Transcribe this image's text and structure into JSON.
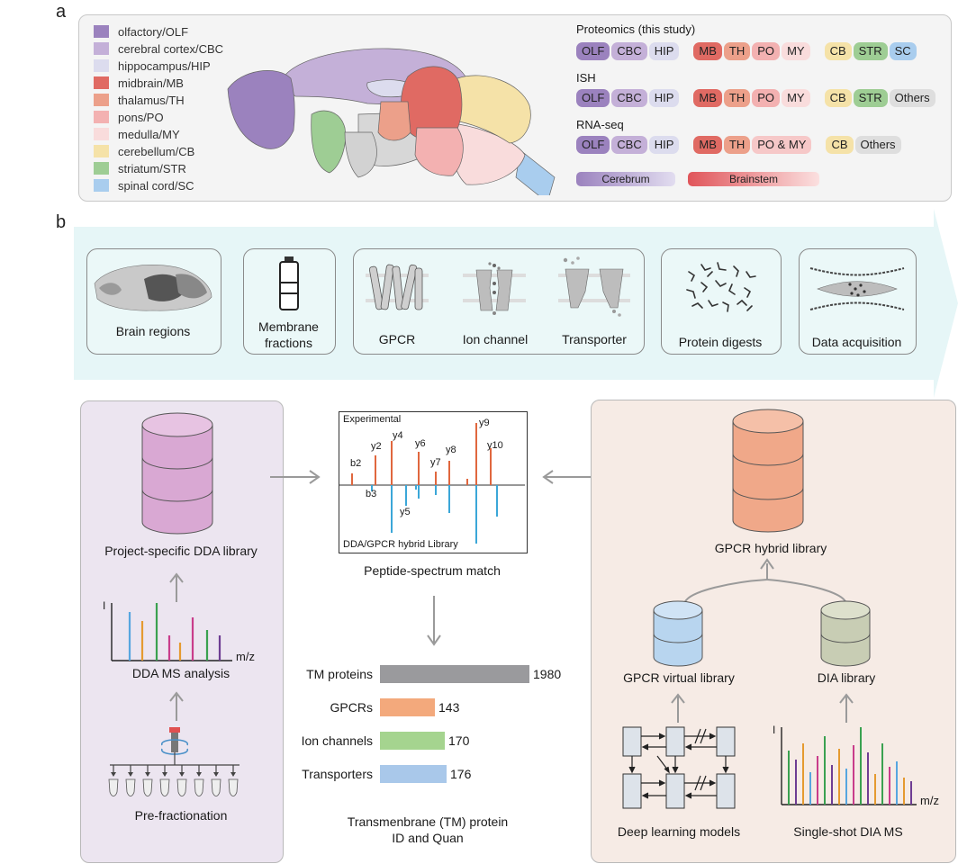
{
  "panel_a": {
    "letter": "a",
    "legend": [
      {
        "label": "olfactory/OLF",
        "color": "#9b82be"
      },
      {
        "label": "cerebral cortex/CBC",
        "color": "#c4b0d8"
      },
      {
        "label": "hippocampus/HIP",
        "color": "#dcdcee"
      },
      {
        "label": "midbrain/MB",
        "color": "#e06a63"
      },
      {
        "label": "thalamus/TH",
        "color": "#eca08a"
      },
      {
        "label": "pons/PO",
        "color": "#f3b1b1"
      },
      {
        "label": "medulla/MY",
        "color": "#f9dcdc"
      },
      {
        "label": "cerebellum/CB",
        "color": "#f5e2a8"
      },
      {
        "label": "striatum/STR",
        "color": "#9ecd94"
      },
      {
        "label": "spinal cord/SC",
        "color": "#a9cdee"
      }
    ],
    "proteomics_title": "Proteomics (this study)",
    "proteomics_pills": [
      "OLF",
      "CBC",
      "HIP",
      "MB",
      "TH",
      "PO",
      "MY",
      "CB",
      "STR",
      "SC"
    ],
    "ish_title": "ISH",
    "ish_pills": [
      "OLF",
      "CBC",
      "HIP",
      "MB",
      "TH",
      "PO",
      "MY",
      "CB",
      "STR",
      "Others"
    ],
    "rnaseq_title": "RNA-seq",
    "rnaseq_pills": [
      "OLF",
      "CBC",
      "HIP",
      "MB",
      "TH",
      "PO & MY",
      "CB",
      "Others"
    ],
    "cerebrum_label": "Cerebrum",
    "brainstem_label": "Brainstem"
  },
  "panel_b": {
    "letter": "b",
    "steps": {
      "brain_regions": "Brain regions",
      "membrane_line1": "Membrane",
      "membrane_line2": "fractions",
      "gpcr": "GPCR",
      "ion_channel": "Ion channel",
      "transporter": "Transporter",
      "protein_digests": "Protein digests",
      "data_acquisition": "Data acquisition"
    },
    "left": {
      "library_label": "Project-specific DDA library",
      "axis_i": "I",
      "axis_mz": "m/z",
      "dda_label": "DDA MS analysis",
      "prefrac_label": "Pre-fractionation"
    },
    "center": {
      "spectrum_top": "Experimental",
      "spectrum_bottom": "DDA/GPCR hybrid Library",
      "ions": [
        "b2",
        "y2",
        "y4",
        "y6",
        "y7",
        "y8",
        "y9",
        "y10",
        "b3",
        "y5"
      ],
      "psm_label": "Peptide-spectrum match",
      "footer_line1": "Transmenbrane (TM) protein",
      "footer_line2": "ID and Quan"
    },
    "right": {
      "hybrid_label": "GPCR hybrid library",
      "virtual_label": "GPCR virtual library",
      "dia_lib_label": "DIA library",
      "dl_label": "Deep learning models",
      "dia_ms_label": "Single-shot DIA MS",
      "axis_i": "I",
      "axis_mz": "m/z"
    }
  },
  "chart_data": {
    "type": "bar",
    "categories": [
      "TM proteins",
      "GPCRs",
      "Ion channels",
      "Transporters"
    ],
    "values": [
      1980,
      143,
      170,
      176
    ],
    "colors": [
      "#9a9a9d",
      "#f3a97c",
      "#a5d48f",
      "#a9c8ea"
    ]
  }
}
